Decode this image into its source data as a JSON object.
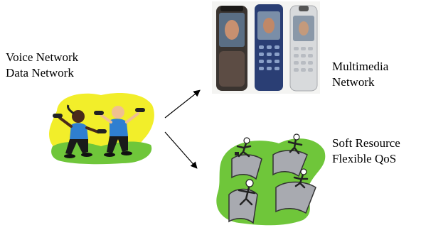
{
  "labels": {
    "left_line1": "Voice Network",
    "left_line2": "Data Network",
    "right_top_line1": "Multimedia",
    "right_top_line2": "Network",
    "right_bottom_line1": "Soft Resource",
    "right_bottom_line2": "Flexible QoS"
  },
  "colors": {
    "blob_yellow": "#f2ee2a",
    "grass_green": "#6fc63a",
    "shirt_blue": "#2f7fd0",
    "ramp_gray": "#a8aab0"
  },
  "icons": {
    "left_art": "exercising-people-clipart",
    "top_right_art": "mobile-phones-photo",
    "bottom_right_art": "runners-on-ramps-clipart",
    "arrow_up": "arrow-up-right",
    "arrow_down": "arrow-down-right"
  }
}
